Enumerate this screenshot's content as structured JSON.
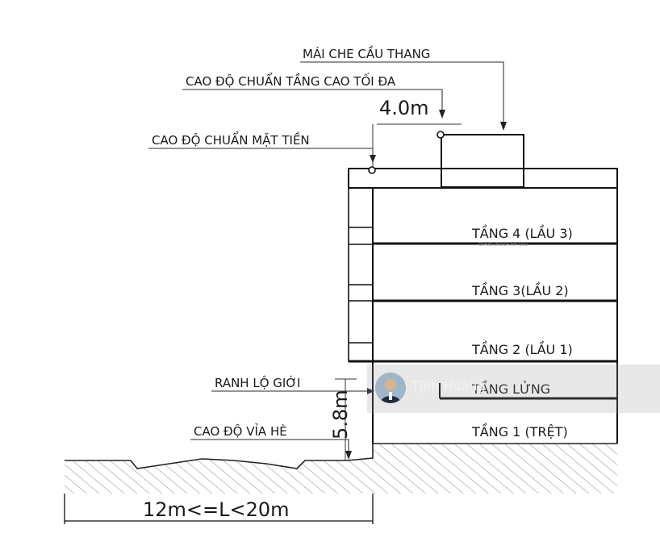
{
  "labels": {
    "stair_roof": "MÁI CHE CẦU THANG",
    "max_height_datum": "CAO ĐỘ CHUẨN TẦNG CAO TỐI ĐA",
    "top_dim": "4.0m",
    "facade_datum": "CAO ĐỘ CHUẨN MẶT TIỀN",
    "setback_line": "RANH LỘ GIỚI",
    "side_dim": "5.8m",
    "sidewalk_datum": "CAO ĐỘ VỈA HÈ",
    "street_width": "12m<=L<20m"
  },
  "floors": [
    "TẦNG 4 (LẦU 3)",
    "TẦNG 3(LẦU 2)",
    "TẦNG 2 (LẦU 1)",
    "TẦNG LỬNG",
    "TẦNG 1 (TRỆT)"
  ],
  "watermark": {
    "name": "Tịnh Hoàng",
    "small_text": "Great choice for you"
  }
}
